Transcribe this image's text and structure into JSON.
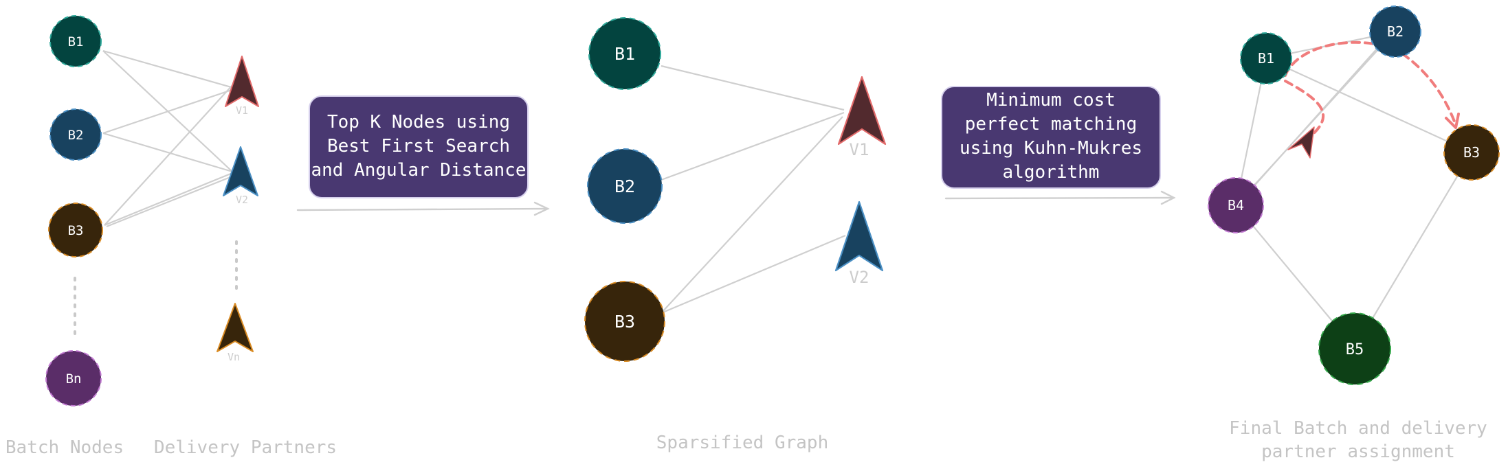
{
  "colors": {
    "edge": "#cfcfcf",
    "caption": "#c4c4c4",
    "box_fill": "#493871",
    "box_text": "#ffffff",
    "route": "#f07c7c",
    "teal": "#03443f",
    "blue": "#18425f",
    "brown": "#37250b",
    "purple": "#5a2d68",
    "green": "#0d4016",
    "maroon": "#522a2e"
  },
  "panel1": {
    "batches": [
      {
        "label": "B1",
        "color": "teal"
      },
      {
        "label": "B2",
        "color": "blue"
      },
      {
        "label": "B3",
        "color": "brown"
      },
      {
        "label": "Bn",
        "color": "purple"
      }
    ],
    "partners": [
      {
        "label": "V1",
        "color": "maroon"
      },
      {
        "label": "V2",
        "color": "blue"
      },
      {
        "label": "Vn",
        "color": "brown"
      }
    ],
    "caption_batch": "Batch Nodes",
    "caption_partners": "Delivery Partners"
  },
  "step1": {
    "lines": [
      "Top K Nodes using",
      "Best First Search",
      "and Angular Distance"
    ]
  },
  "panel2": {
    "batches": [
      {
        "label": "B1",
        "color": "teal"
      },
      {
        "label": "B2",
        "color": "blue"
      },
      {
        "label": "B3",
        "color": "brown"
      }
    ],
    "partners": [
      {
        "label": "V1",
        "color": "maroon"
      },
      {
        "label": "V2",
        "color": "blue"
      }
    ],
    "caption": "Sparsified Graph"
  },
  "step2": {
    "lines": [
      "Minimum cost",
      "perfect matching",
      "using Kuhn-Mukres",
      "algorithm"
    ]
  },
  "panel3": {
    "nodes": [
      {
        "label": "B1",
        "color": "teal"
      },
      {
        "label": "B2",
        "color": "blue"
      },
      {
        "label": "B3",
        "color": "brown"
      },
      {
        "label": "B4",
        "color": "purple"
      },
      {
        "label": "B5",
        "color": "green"
      }
    ],
    "vehicle_color": "maroon",
    "caption_lines": [
      "Final Batch and delivery",
      "partner assignment"
    ]
  }
}
